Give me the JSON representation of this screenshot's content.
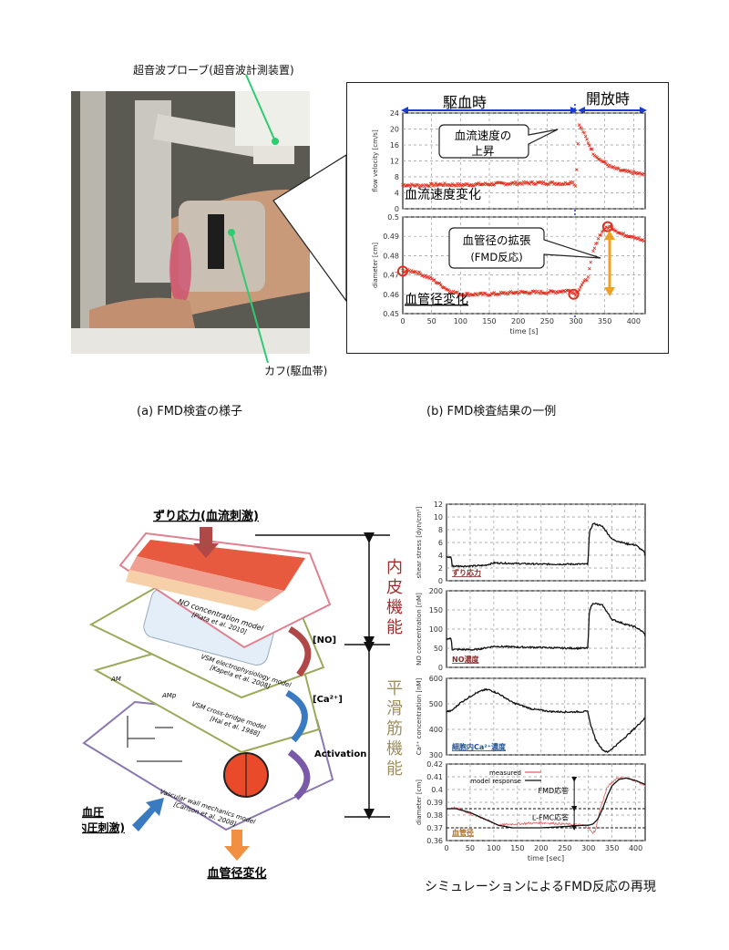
{
  "top": {
    "probe_label": "超音波プローブ(超音波計測装置)",
    "cuff_label": "カフ(駆血帯)",
    "caption_a": "(a) FMD検査の様子",
    "caption_b": "(b) FMD検査結果の一例",
    "phase_occlusion": "駆血時",
    "phase_release": "開放時",
    "callout_flow": [
      "血流速度の",
      "上昇"
    ],
    "callout_diam": [
      "血管径の拡張",
      "(FMD反応)"
    ],
    "flow_label": "血流速度変化",
    "diam_label": "血管径変化"
  },
  "bottom": {
    "input_shear": "ずり応力(血流刺激)",
    "input_pressure": [
      "血圧",
      "(内圧刺激)"
    ],
    "output": "血管径変化",
    "endothelial": "内皮機能",
    "smooth_muscle": "平滑筋機能",
    "signal_no": "[NO]",
    "signal_ca": "[Ca²⁺]",
    "signal_activation": "Activation",
    "layers": [
      {
        "title": "NO concentration model",
        "ref": "[Plata et al. 2010]"
      },
      {
        "title": "VSM electrophysiology model",
        "ref": "[Kapela et al. 2008]"
      },
      {
        "title": "VSM cross-bridge model",
        "ref": "[Hai et al. 1988]"
      },
      {
        "title": "Vascular wall mechanics model",
        "ref": "[Carlson et al. 2008]"
      }
    ],
    "caption": "シミュレーションによるFMD反応の再現",
    "fmd_label": "FMD応答",
    "lfmc_label": "L-FMC応答"
  },
  "chart_data": [
    {
      "id": "flow",
      "type": "scatter",
      "ylabel": "flow velocity [cm/s]",
      "xlabel": "",
      "xlim": [
        0,
        420
      ],
      "ylim": [
        0,
        24
      ],
      "xticks": [],
      "yticks": [
        0,
        4,
        8,
        12,
        16,
        20,
        24
      ],
      "grid": true,
      "color": "#e03020",
      "x": [
        0,
        30,
        60,
        100,
        150,
        200,
        250,
        280,
        295,
        300,
        305,
        312,
        320,
        330,
        340,
        360,
        380,
        400,
        420
      ],
      "y": [
        6,
        5.8,
        6.1,
        6,
        6.2,
        6.4,
        6.5,
        6.3,
        6.8,
        5.5,
        21,
        19.5,
        17,
        14,
        12.5,
        10.5,
        9.5,
        9,
        8.5
      ]
    },
    {
      "id": "diam",
      "type": "scatter",
      "ylabel": "diameter [cm]",
      "xlabel": "time [s]",
      "xlim": [
        0,
        420
      ],
      "ylim": [
        0.45,
        0.5
      ],
      "xticks": [
        0,
        50,
        100,
        150,
        200,
        250,
        300,
        350,
        400
      ],
      "yticks": [
        0.45,
        0.46,
        0.47,
        0.48,
        0.49,
        0.5
      ],
      "grid": true,
      "color": "#e03020",
      "x": [
        0,
        20,
        50,
        80,
        100,
        150,
        200,
        250,
        290,
        300,
        310,
        320,
        330,
        340,
        350,
        360,
        380,
        400,
        420
      ],
      "y": [
        0.472,
        0.472,
        0.468,
        0.462,
        0.46,
        0.46,
        0.461,
        0.461,
        0.462,
        0.46,
        0.465,
        0.468,
        0.482,
        0.49,
        0.494,
        0.495,
        0.491,
        0.49,
        0.487
      ]
    },
    {
      "id": "shear",
      "type": "line",
      "ylabel": "shear stress [dyn/cm²]",
      "xlabel": "",
      "xlim": [
        0,
        420
      ],
      "ylim": [
        0,
        12
      ],
      "xticks": [],
      "yticks": [
        0,
        2,
        4,
        6,
        8,
        10,
        12
      ],
      "grid": true,
      "color": "#111",
      "label": "ずり応力",
      "label_color": "#8b2a2a",
      "x": [
        0,
        10,
        12,
        50,
        80,
        100,
        150,
        200,
        250,
        299,
        302,
        310,
        330,
        350,
        380,
        400,
        418,
        420
      ],
      "y": [
        3.7,
        3.7,
        2.3,
        2.3,
        2.4,
        2.8,
        2.7,
        2.6,
        2.6,
        2.6,
        7.5,
        9,
        8.5,
        6.5,
        5.8,
        5.6,
        4.5,
        4
      ]
    },
    {
      "id": "no",
      "type": "line",
      "ylabel": "NO concentration [nM]",
      "xlabel": "",
      "xlim": [
        0,
        420
      ],
      "ylim": [
        0,
        200
      ],
      "xticks": [],
      "yticks": [
        0,
        50,
        100,
        150,
        200
      ],
      "grid": true,
      "color": "#111",
      "label": "NO濃度",
      "label_color": "#8b2a2a",
      "x": [
        0,
        10,
        12,
        60,
        100,
        150,
        200,
        250,
        299,
        302,
        310,
        330,
        350,
        380,
        400,
        418,
        420
      ],
      "y": [
        75,
        75,
        47,
        46,
        55,
        53,
        52,
        50,
        50,
        150,
        168,
        162,
        125,
        112,
        105,
        90,
        80
      ]
    },
    {
      "id": "ca",
      "type": "line",
      "ylabel": "Ca²⁺ concentration [nM]",
      "xlabel": "",
      "xlim": [
        0,
        420
      ],
      "ylim": [
        300,
        600
      ],
      "xticks": [],
      "yticks": [
        300,
        400,
        500,
        600
      ],
      "grid": true,
      "color": "#111",
      "label": "細胞内Ca²⁺濃度",
      "label_color": "#1f4e8c",
      "x": [
        0,
        10,
        30,
        60,
        80,
        90,
        110,
        140,
        180,
        220,
        260,
        299,
        303,
        315,
        330,
        340,
        360,
        390,
        420
      ],
      "y": [
        470,
        472,
        505,
        540,
        555,
        555,
        540,
        505,
        480,
        470,
        468,
        470,
        430,
        360,
        320,
        310,
        340,
        390,
        445
      ]
    },
    {
      "id": "vd",
      "type": "line",
      "ylabel": "diameter [cm]",
      "xlabel": "time [sec]",
      "xlim": [
        0,
        420
      ],
      "ylim": [
        0.36,
        0.42
      ],
      "xticks": [
        0,
        50,
        100,
        150,
        200,
        250,
        300,
        350,
        400
      ],
      "yticks": [
        0.36,
        0.37,
        0.38,
        0.39,
        0.4,
        0.41,
        0.42
      ],
      "grid": true,
      "color": "#111",
      "label": "血管径",
      "label_color": "#b07020",
      "legend": [
        "measured",
        "model response"
      ],
      "series": [
        {
          "name": "measured",
          "color": "#e06060",
          "x": [
            0,
            20,
            50,
            80,
            110,
            140,
            200,
            250,
            290,
            300,
            308,
            315,
            325,
            340,
            360,
            380,
            400,
            420
          ],
          "y": [
            0.385,
            0.386,
            0.381,
            0.377,
            0.372,
            0.373,
            0.374,
            0.373,
            0.372,
            0.37,
            0.366,
            0.368,
            0.385,
            0.402,
            0.409,
            0.409,
            0.407,
            0.403
          ]
        },
        {
          "name": "model response",
          "color": "#111",
          "x": [
            0,
            20,
            50,
            80,
            110,
            140,
            200,
            250,
            290,
            300,
            310,
            320,
            330,
            340,
            350,
            365,
            380,
            400,
            420
          ],
          "y": [
            0.385,
            0.385,
            0.382,
            0.377,
            0.372,
            0.37,
            0.37,
            0.371,
            0.372,
            0.372,
            0.373,
            0.377,
            0.385,
            0.395,
            0.403,
            0.408,
            0.409,
            0.407,
            0.404
          ]
        }
      ],
      "ref_lines": [
        0.385,
        0.37
      ]
    }
  ]
}
